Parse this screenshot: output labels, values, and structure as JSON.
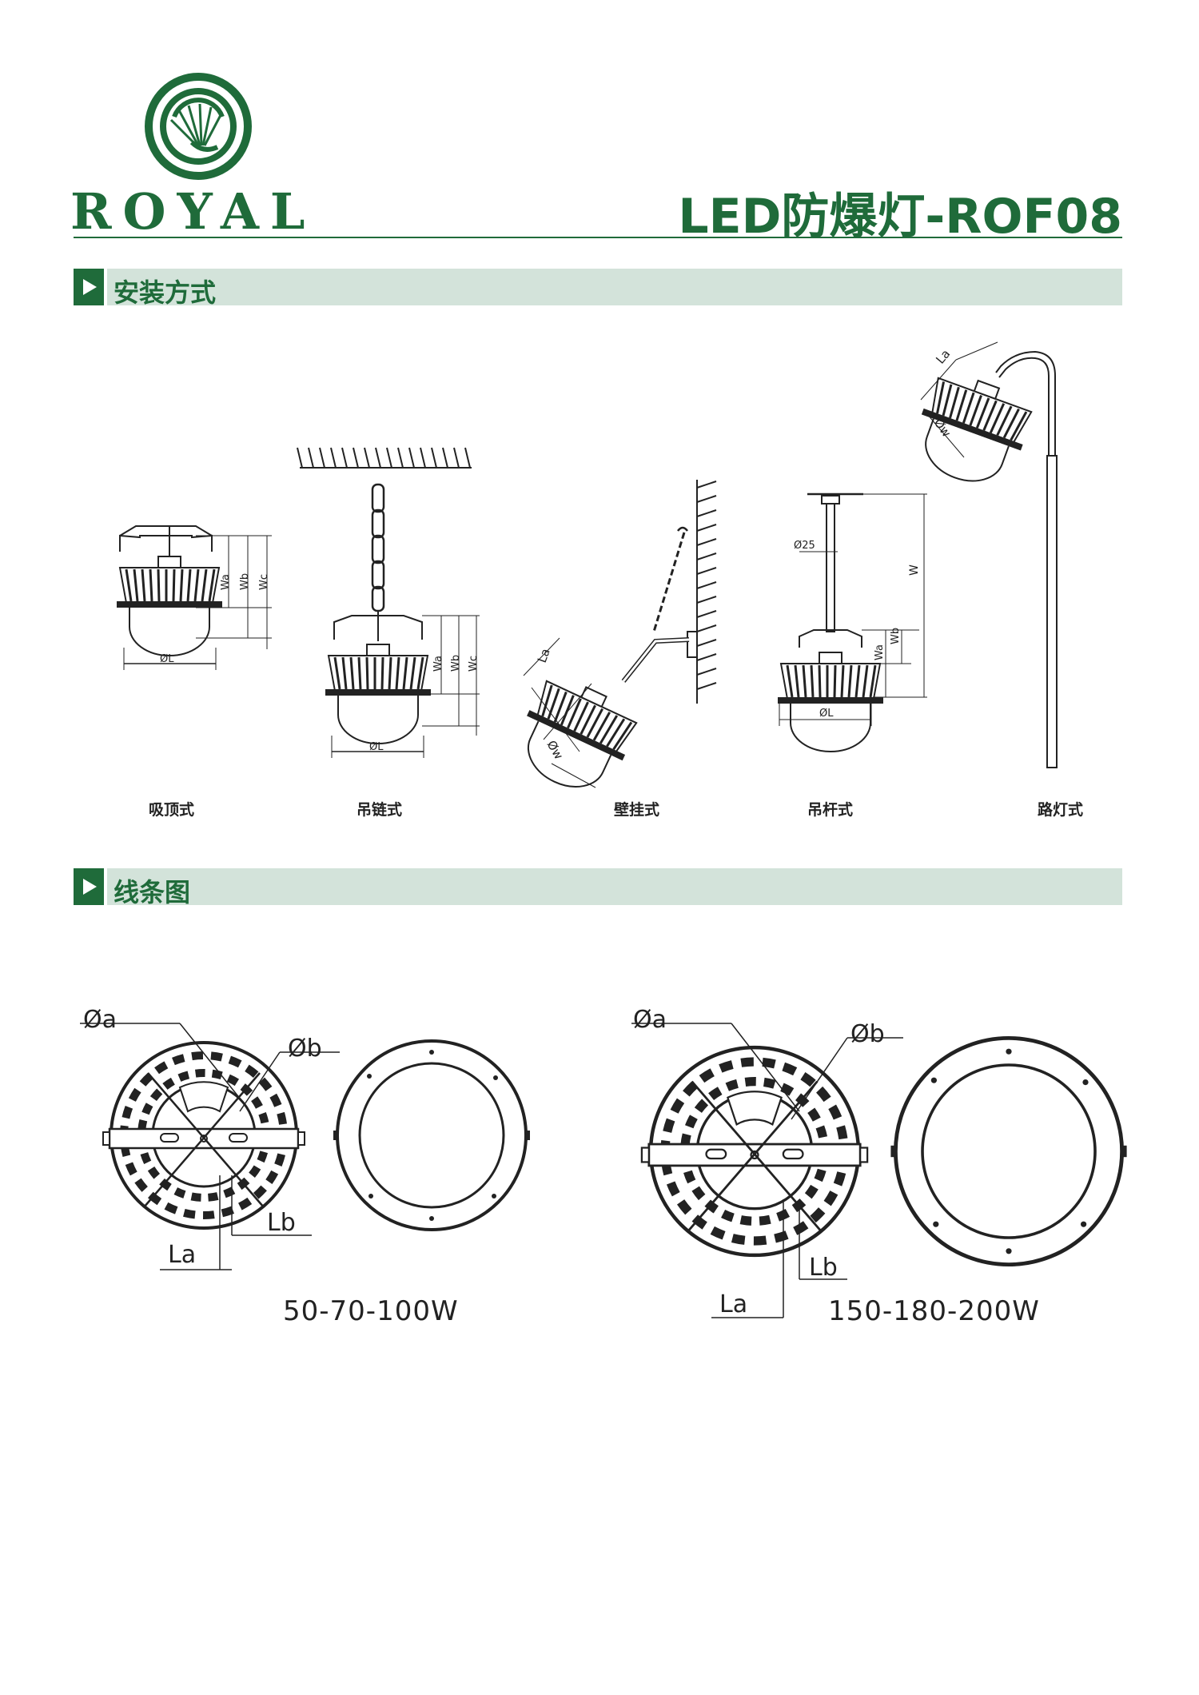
{
  "brand": {
    "name": "ROYAL",
    "color": "#1f6b3a"
  },
  "title": "LED防爆灯-ROF08",
  "sections": [
    {
      "label": "安装方式"
    },
    {
      "label": "线条图"
    }
  ],
  "installation": [
    {
      "caption": "吸顶式",
      "dims": [
        "Wa",
        "Wb",
        "Wc",
        "ØL"
      ]
    },
    {
      "caption": "吊链式",
      "dims": [
        "Wa",
        "Wb",
        "Wc",
        "ØL"
      ]
    },
    {
      "caption": "壁挂式",
      "dims": [
        "La",
        "Øw"
      ]
    },
    {
      "caption": "吊杆式",
      "dims": [
        "Ø25",
        "W",
        "Wa",
        "Wb",
        "ØL"
      ]
    },
    {
      "caption": "路灯式",
      "dims": [
        "La",
        "Øw"
      ]
    }
  ],
  "line_drawings": [
    {
      "watt": "50-70-100W",
      "dims": {
        "oa": "Øa",
        "ob": "Øb",
        "la": "La",
        "lb": "Lb"
      }
    },
    {
      "watt": "150-180-200W",
      "dims": {
        "oa": "Øa",
        "ob": "Øb",
        "la": "La",
        "lb": "Lb"
      }
    }
  ],
  "colors": {
    "accent": "#1f6b3a",
    "band": "#d3e3da",
    "ink": "#222222"
  }
}
